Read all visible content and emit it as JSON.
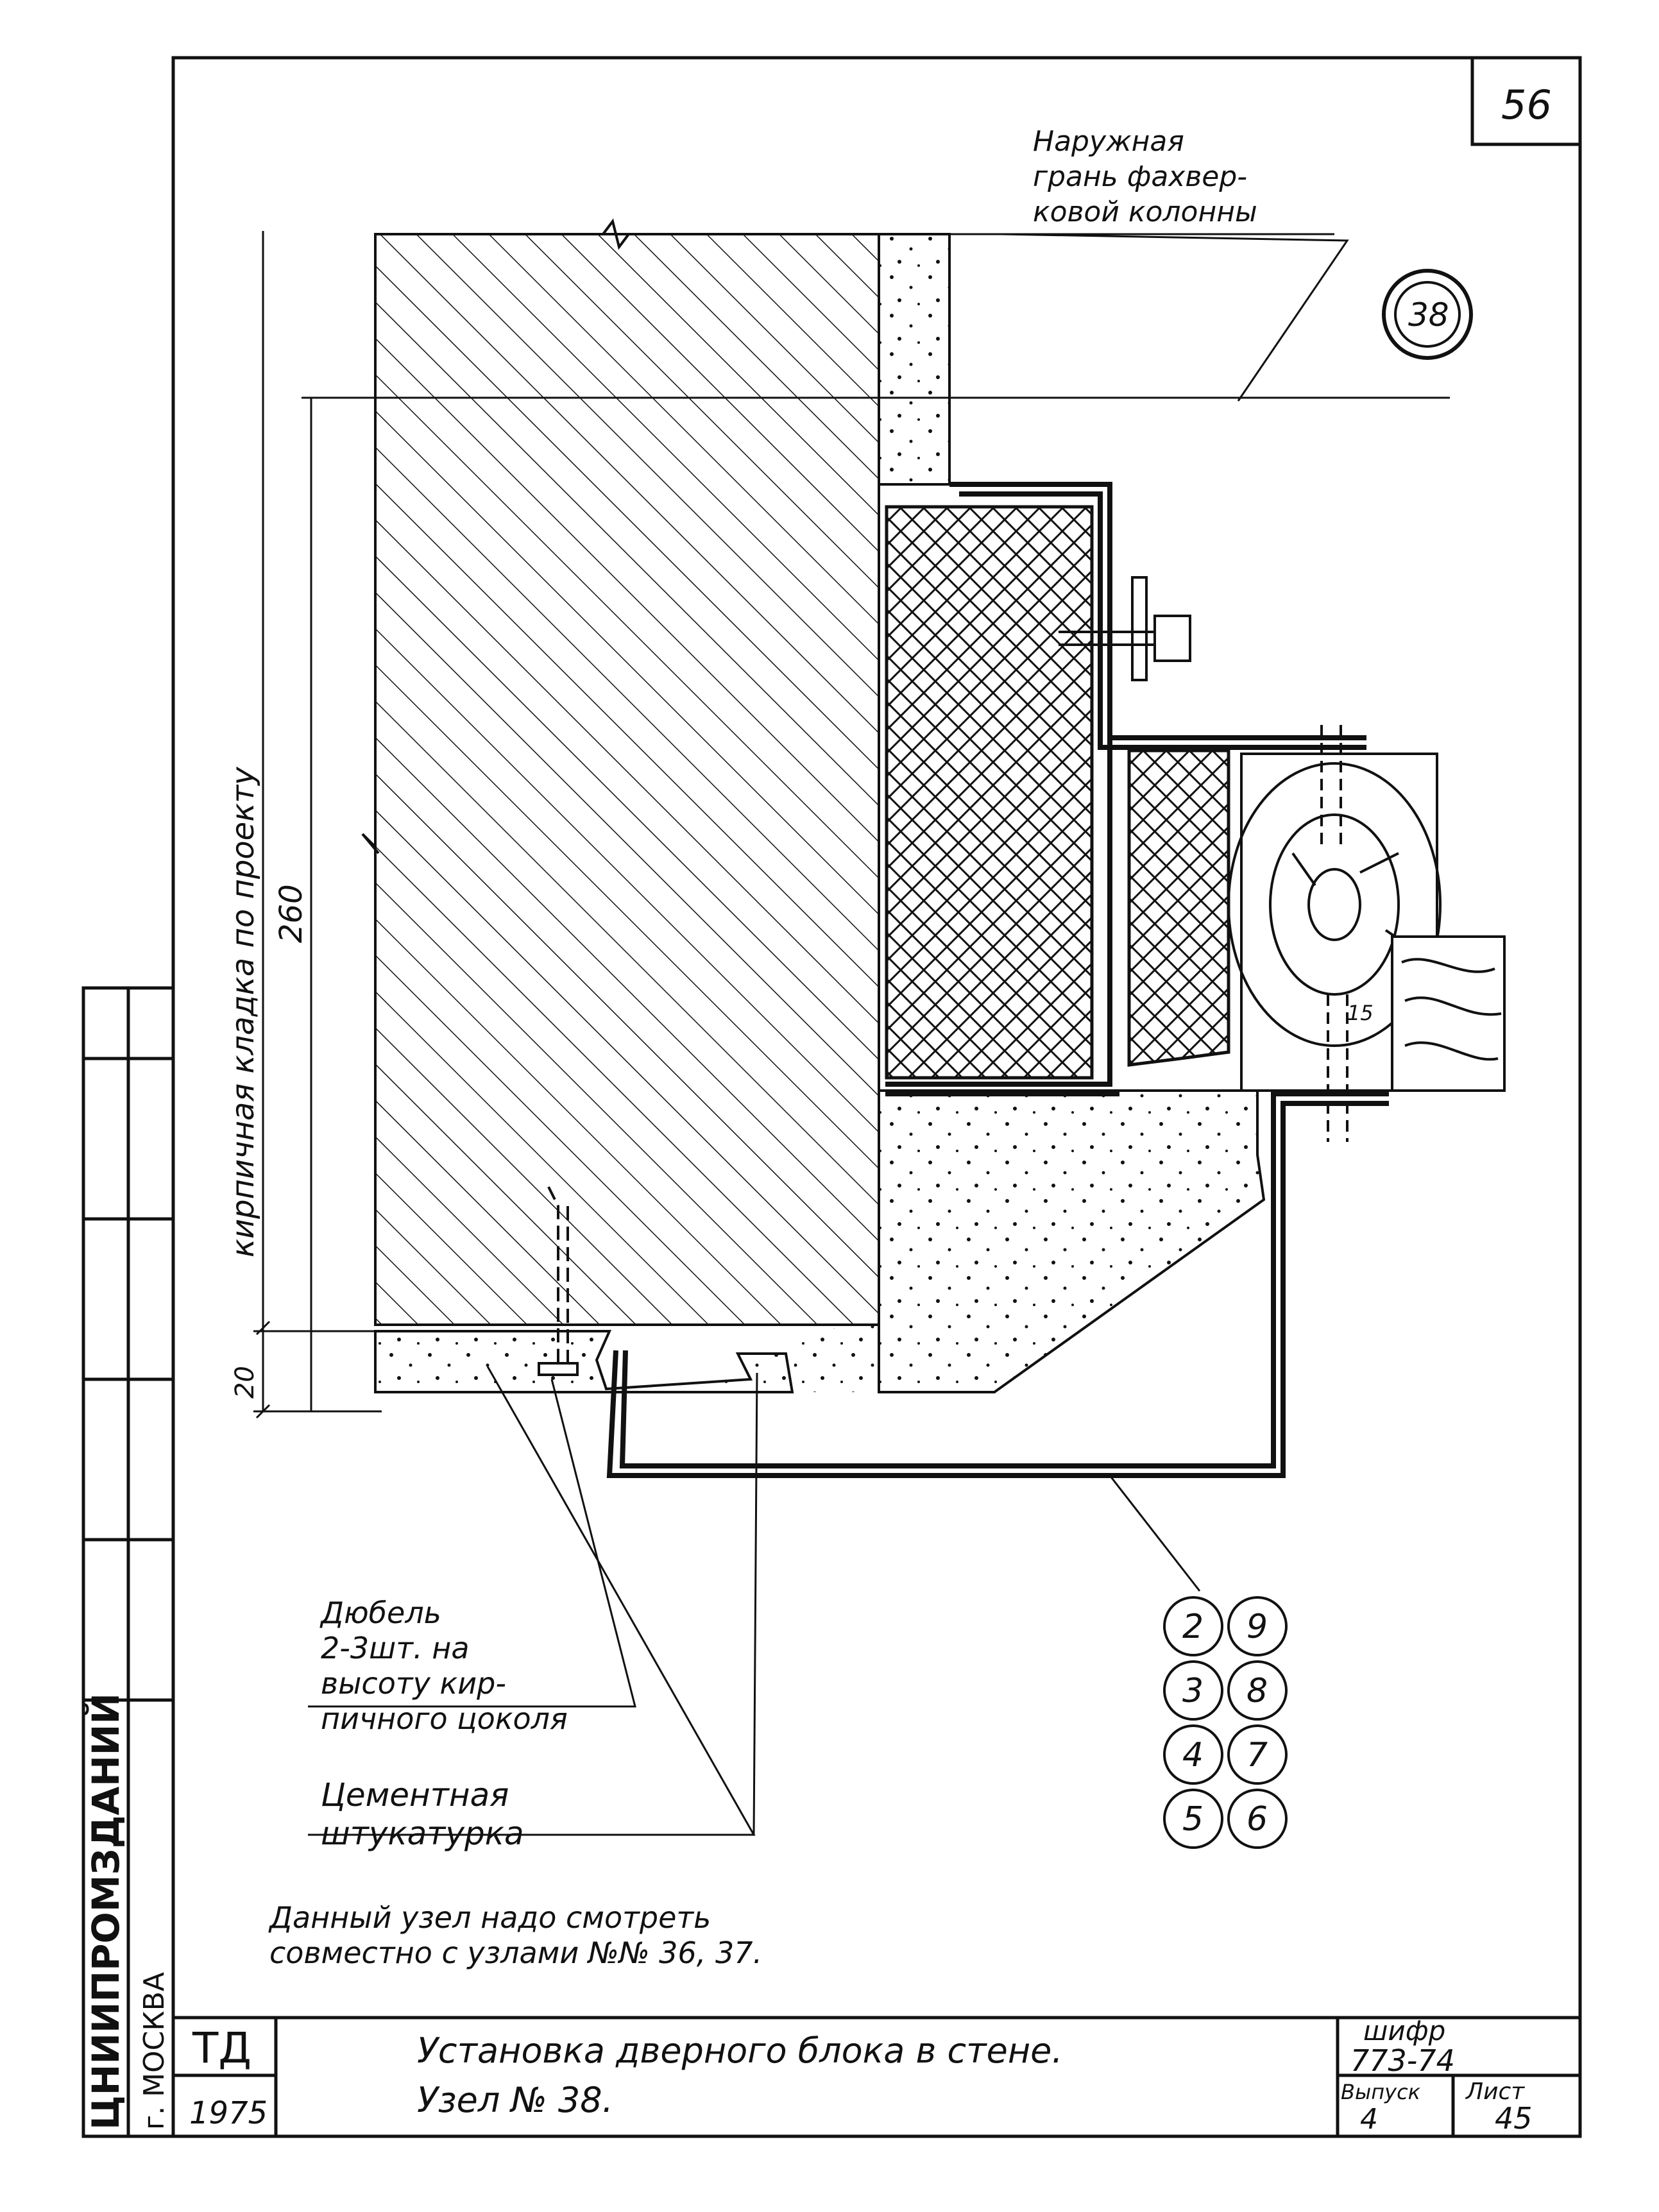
{
  "sheet_number": "56",
  "node_badge": "38",
  "label_outer_face": [
    "Наружная",
    "грань фахвер-",
    "ковой колонны"
  ],
  "dimension_vertical_caption": "кирпичная кладка по проекту",
  "dimension_260": "260",
  "dimension_20": "20",
  "dimension_15": "15",
  "label_dowel": [
    "Дюбель",
    "2-3шт. на",
    "высоту кир-",
    "пичного цоколя"
  ],
  "label_plaster": [
    "Цементная",
    "штукатурка"
  ],
  "note": [
    "Данный узел надо смотреть",
    "совместно с узлами №№ 36, 37."
  ],
  "part_numbers": [
    [
      "2",
      "9"
    ],
    [
      "3",
      "8"
    ],
    [
      "4",
      "7"
    ],
    [
      "5",
      "6"
    ]
  ],
  "stamp_org": "ЦНИИПРОМЗДАНИЙ",
  "stamp_city": "г. МОСКВА",
  "title_block": {
    "td": "ТД",
    "year": "1975",
    "title_line1": "Установка дверного блока в стене.",
    "title_line2": "Узел № 38.",
    "code_label": "шифр",
    "code": "773-74",
    "issue_label": "Выпуск",
    "issue": "4",
    "sheet_label": "Лист",
    "sheet": "45"
  }
}
